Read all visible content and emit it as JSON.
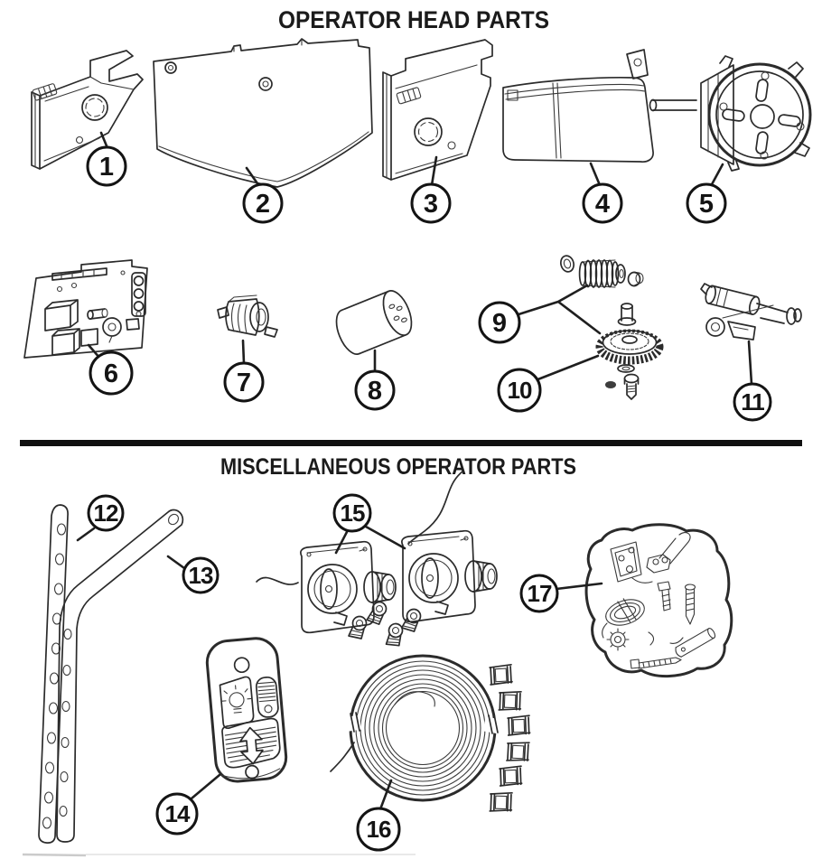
{
  "diagram": {
    "background": "#ffffff",
    "line_color": "#2b2b2b",
    "divider_color": "#101010"
  },
  "sections": [
    {
      "title": "OPERATOR HEAD PARTS",
      "parts": [
        {
          "number": "1"
        },
        {
          "number": "2"
        },
        {
          "number": "3"
        },
        {
          "number": "4"
        },
        {
          "number": "5"
        },
        {
          "number": "6"
        },
        {
          "number": "7"
        },
        {
          "number": "8"
        },
        {
          "number": "9"
        },
        {
          "number": "10"
        },
        {
          "number": "11"
        }
      ]
    },
    {
      "title": "MISCELLANEOUS OPERATOR PARTS",
      "parts": [
        {
          "number": "12"
        },
        {
          "number": "13"
        },
        {
          "number": "14"
        },
        {
          "number": "15"
        },
        {
          "number": "16"
        },
        {
          "number": "17"
        }
      ]
    }
  ]
}
